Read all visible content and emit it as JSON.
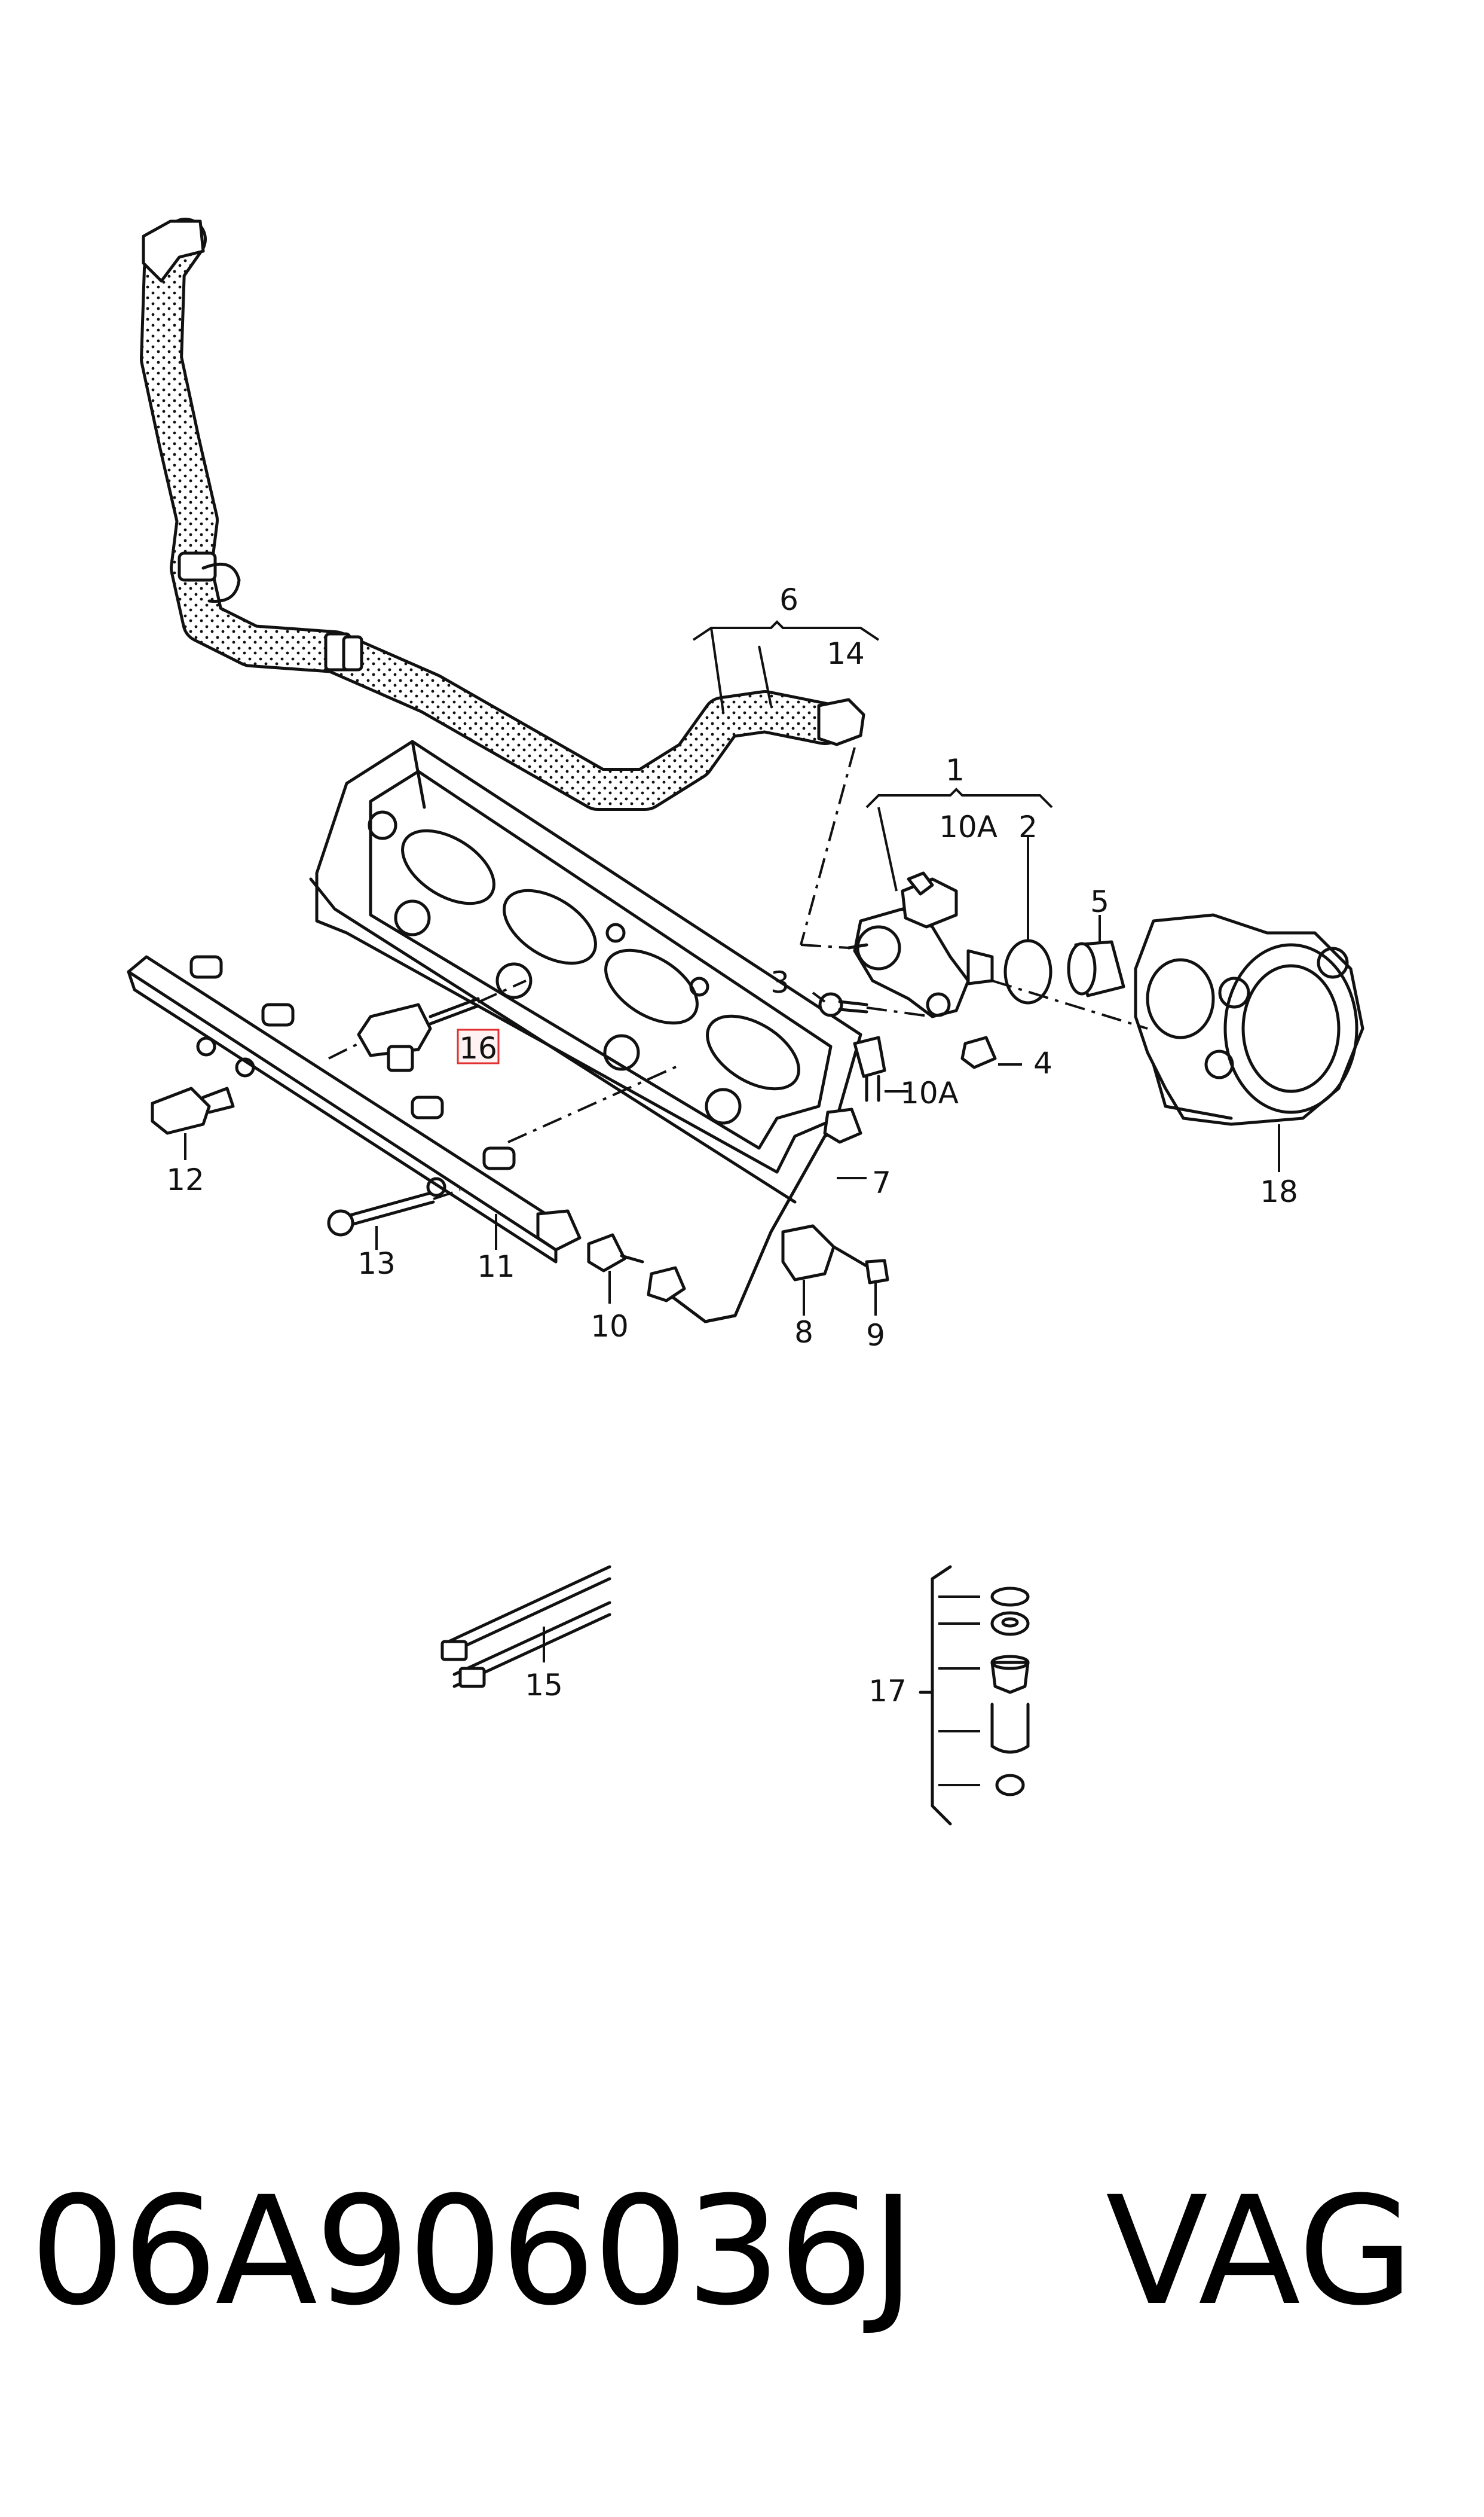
{
  "callouts": {
    "c1": "1",
    "c2": "2",
    "c3": "3",
    "c4": "4",
    "c5": "5",
    "c6": "6",
    "c7": "7",
    "c8": "8",
    "c9": "9",
    "c10": "10",
    "c10a_top": "10A",
    "c10a_mid": "10A",
    "c11": "11",
    "c12": "12",
    "c13": "13",
    "c14": "14",
    "c15": "15",
    "c16": "16",
    "c17": "17",
    "c18": "18"
  },
  "highlight_color": "#e03030",
  "footer": {
    "part_number": "06A906036J",
    "brand": "VAG"
  }
}
